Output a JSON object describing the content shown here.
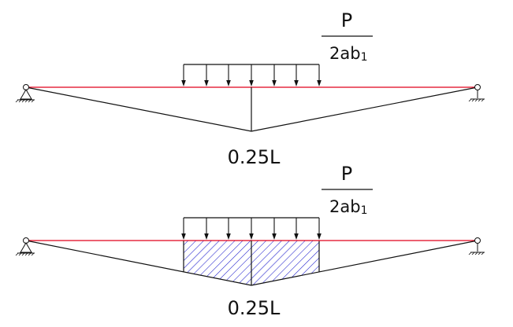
{
  "diagrams": [
    {
      "load_label": {
        "numerator": "P",
        "denominator_main": "2ab",
        "denominator_sub": "1"
      },
      "peak_label": "0.25L",
      "hatched": false
    },
    {
      "load_label": {
        "numerator": "P",
        "denominator_main": "2ab",
        "denominator_sub": "1"
      },
      "peak_label": "0.25L",
      "hatched": true
    }
  ],
  "colors": {
    "beam": "#e0001b",
    "lines": "#111111",
    "hatch": "#1a1acc"
  }
}
